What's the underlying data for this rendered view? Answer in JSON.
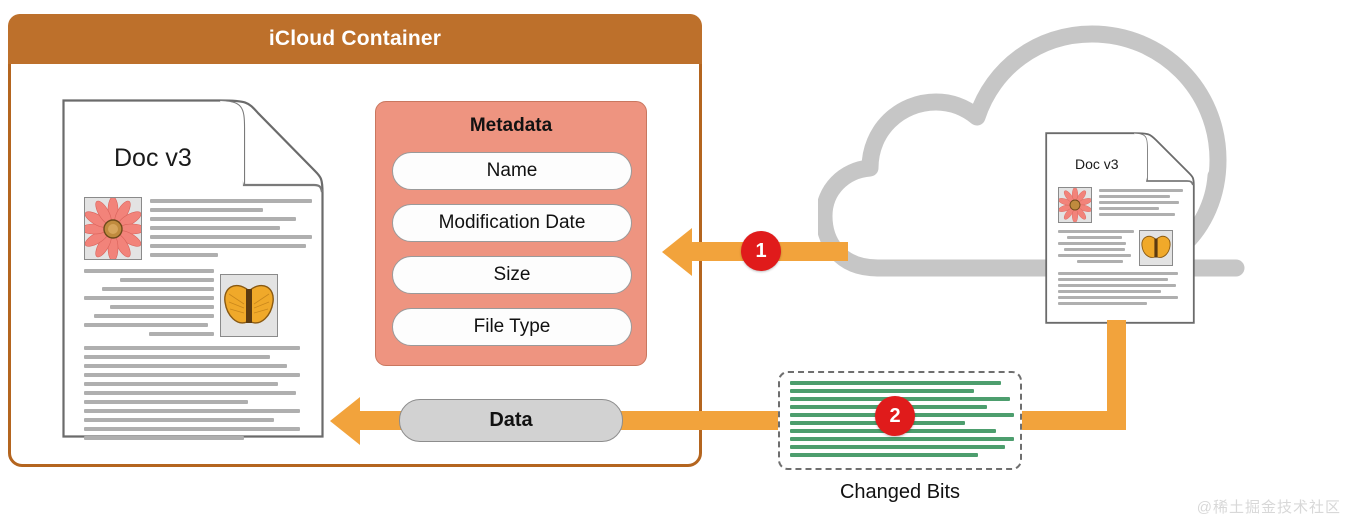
{
  "container": {
    "title": "iCloud Container",
    "header_color": "#BD702B",
    "border_color": "#B4651F"
  },
  "local_document": {
    "title": "Doc v3",
    "images": [
      "flower-thumbnail",
      "butterfly-thumbnail"
    ]
  },
  "metadata": {
    "title": "Metadata",
    "panel_color": "#EE9480",
    "fields": [
      {
        "label": "Name"
      },
      {
        "label": "Modification Date"
      },
      {
        "label": "Size"
      },
      {
        "label": "File Type"
      }
    ]
  },
  "data_flow": {
    "data_label": "Data",
    "arrow_color": "#F2A33C",
    "badges": [
      {
        "number": "1",
        "color": "#E01B1B"
      },
      {
        "number": "2",
        "color": "#E01B1B"
      }
    ]
  },
  "cloud": {
    "color": "#C6C6C6",
    "document": {
      "title": "Doc v3",
      "images": [
        "flower-thumbnail",
        "butterfly-thumbnail"
      ]
    }
  },
  "changed_bits": {
    "label": "Changed Bits",
    "line_color": "#4D9E6E",
    "border_style": "dashed"
  },
  "watermark": {
    "text": "@稀土掘金技术社区"
  }
}
